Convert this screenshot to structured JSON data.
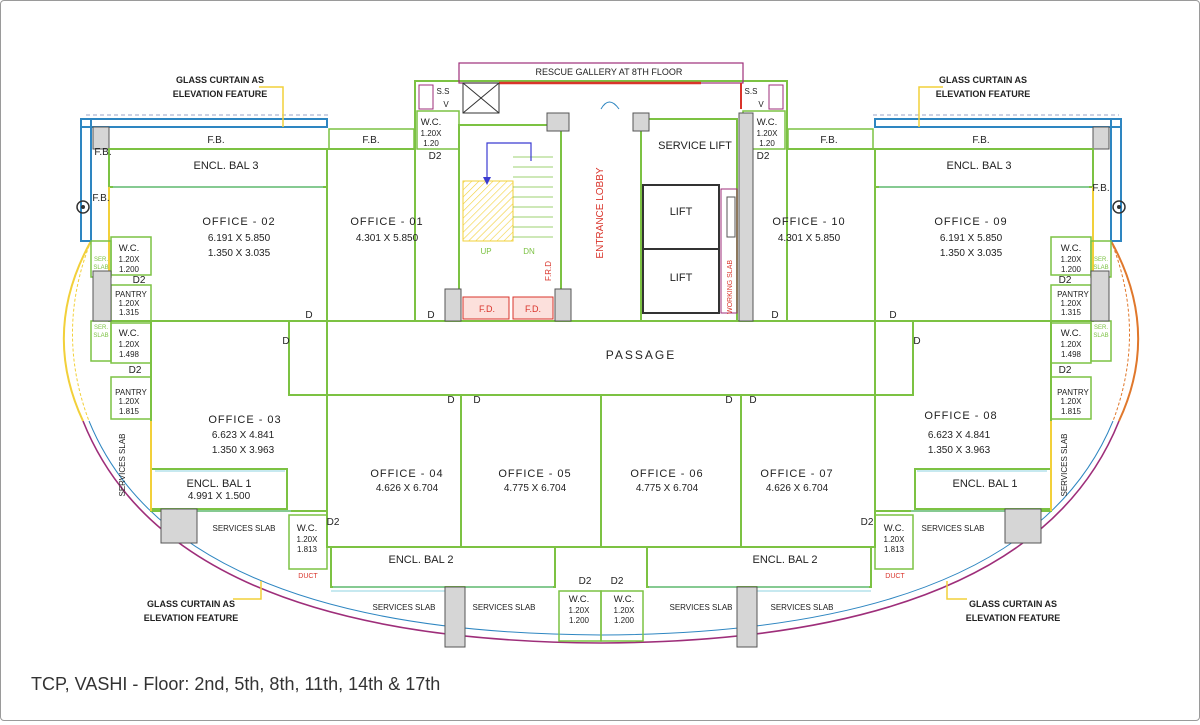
{
  "caption": "TCP, VASHI - Floor: 2nd, 5th, 8th, 11th, 14th & 17th",
  "callouts": {
    "glass_tl": [
      "GLASS CURTAIN AS",
      "ELEVATION FEATURE"
    ],
    "glass_tr": [
      "GLASS CURTAIN AS",
      "ELEVATION FEATURE"
    ],
    "glass_bl": [
      "GLASS CURTAIN AS",
      "ELEVATION FEATURE"
    ],
    "glass_br": [
      "GLASS CURTAIN AS",
      "ELEVATION FEATURE"
    ]
  },
  "core": {
    "rescue_gallery": "RESCUE GALLERY AT 8TH FLOOR",
    "ss_v": [
      "S.S",
      "V"
    ],
    "service_lift": "SERVICE LIFT",
    "lift": "LIFT",
    "entrance_lobby": "ENTRANCE LOBBY",
    "working_slab": "WORKING SLAB",
    "frd": "F.R.D",
    "up": "UP",
    "dn": "DN",
    "fd": "F.D.",
    "passage": "PASSAGE",
    "duct": "DUCT"
  },
  "offices": {
    "o1": [
      "OFFICE - 01",
      "4.301 X 5.850"
    ],
    "o2": [
      "OFFICE - 02",
      "6.191 X 5.850",
      "1.350 X 3.035"
    ],
    "o3": [
      "OFFICE - 03",
      "6.623 X 4.841",
      "1.350 X 3.963"
    ],
    "o4": [
      "OFFICE - 04",
      "4.626 X 6.704"
    ],
    "o5": [
      "OFFICE - 05",
      "4.775 X 6.704"
    ],
    "o6": [
      "OFFICE - 06",
      "4.775 X 6.704"
    ],
    "o7": [
      "OFFICE - 07",
      "4.626 X 6.704"
    ],
    "o8": [
      "OFFICE - 08",
      "6.623 X 4.841",
      "1.350 X 3.963"
    ],
    "o9": [
      "OFFICE - 09",
      "6.191 X 5.850",
      "1.350 X 3.035"
    ],
    "o10": [
      "OFFICE - 10",
      "4.301 X 5.850"
    ]
  },
  "balconies": {
    "encl_bal_3": "ENCL. BAL 3",
    "encl_bal_1": "ENCL. BAL  1",
    "encl_bal_1_dims": "4.991 X 1.500",
    "encl_bal_2": "ENCL. BAL  2",
    "fb": "F.B.",
    "services_slab": "SERVICES SLAB"
  },
  "wc": {
    "wc": "W.C.",
    "pantry": "PANTRY",
    "d": "D",
    "d2": "D2",
    "ser_slab": [
      "SER.",
      "SLAB"
    ],
    "dims": {
      "top": [
        "1.20X",
        "1.20"
      ],
      "left1": [
        "1.20X",
        "1.200"
      ],
      "pantry1": [
        "1.20X",
        "1.315"
      ],
      "left2": [
        "1.20X",
        "1.498"
      ],
      "pantry2": [
        "1.20X",
        "1.815"
      ],
      "low": [
        "1.20X",
        "1.813"
      ],
      "bottom": [
        "1.20X",
        "1.200"
      ]
    }
  },
  "colors": {
    "wall": "#7cc243",
    "glass": "#2e86c1",
    "yellow": "#f2d03a",
    "magenta": "#c2188a",
    "red": "#d9342b",
    "outline": "#9e2e7a"
  }
}
